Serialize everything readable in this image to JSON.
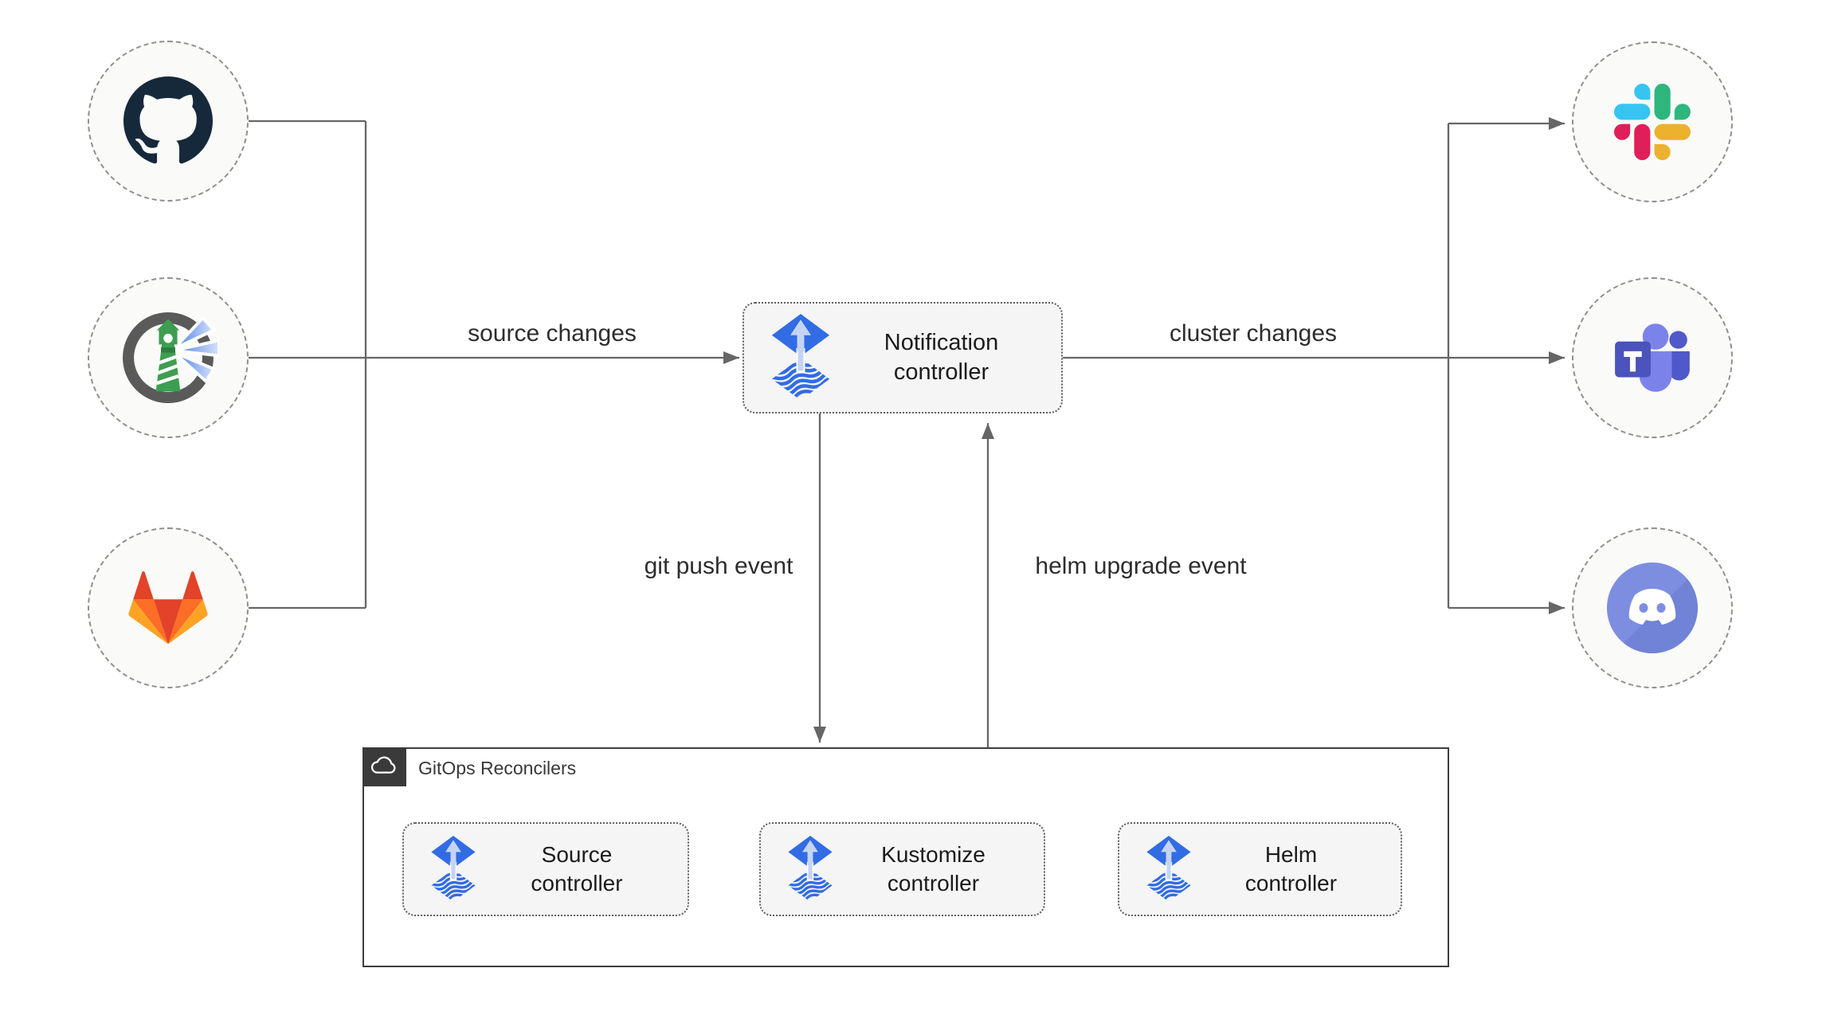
{
  "nodes": {
    "notification": {
      "label": "Notification\ncontroller",
      "icon": "flux-icon"
    },
    "source": {
      "label": "Source\ncontroller",
      "icon": "flux-icon"
    },
    "kustomize": {
      "label": "Kustomize\ncontroller",
      "icon": "flux-icon"
    },
    "helm": {
      "label": "Helm\ncontroller",
      "icon": "flux-icon"
    }
  },
  "group": {
    "label": "GitOps Reconcilers",
    "icon": "cloud-icon"
  },
  "inputs": [
    {
      "icon": "github-icon"
    },
    {
      "icon": "harbor-icon"
    },
    {
      "icon": "gitlab-icon"
    }
  ],
  "outputs": [
    {
      "icon": "slack-icon"
    },
    {
      "icon": "ms-teams-icon"
    },
    {
      "icon": "discord-icon"
    }
  ],
  "edges": {
    "source_changes": {
      "label": "source changes"
    },
    "cluster_changes": {
      "label": "cluster changes"
    },
    "git_push": {
      "label": "git push event"
    },
    "helm_upgrade": {
      "label": "helm upgrade event"
    }
  },
  "colors": {
    "flux_blue": "#316CE4",
    "flux_arrow_light": "#C6D4F4",
    "line_gray": "#666666",
    "node_fill": "#F5F5F6",
    "circle_fill": "#FAFAF8",
    "dashed_border": "#8F8F8F",
    "group_border": "#3D3D3D",
    "badge_bg": "#3A3A3A",
    "text_dark": "#1B1B1B",
    "github_navy": "#16293B",
    "harbor_green": "#3D9E51",
    "gitlab_red": "#E24329",
    "gitlab_orange": "#FC6D26",
    "gitlab_yellow": "#FCA326",
    "slack_blue": "#36C5F0",
    "slack_green": "#2EB67D",
    "slack_red": "#E01E5A",
    "slack_yellow": "#ECB22E",
    "teams_purple": "#4B53BC",
    "discord_blurple": "#7D8EE1"
  }
}
